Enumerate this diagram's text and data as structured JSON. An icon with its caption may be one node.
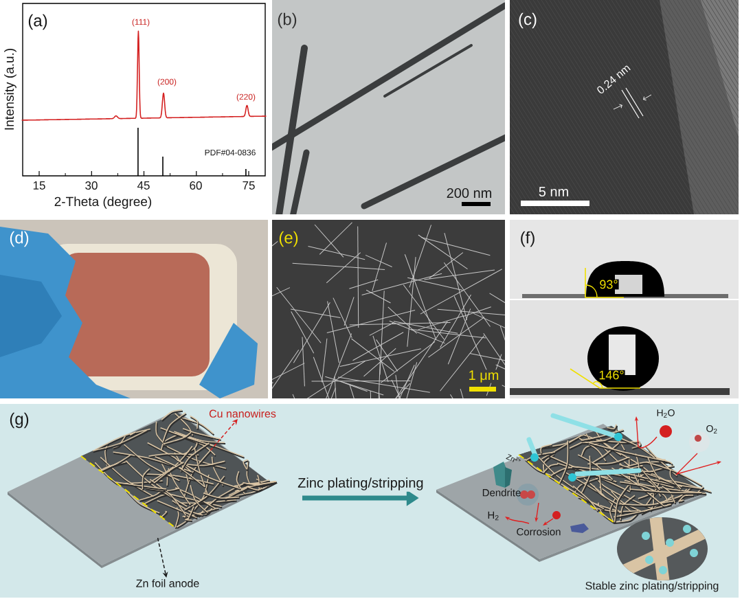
{
  "diagram": {
    "nodes": [
      {
        "text": [
          "Cu nanowires"
        ]
      },
      {
        "text": [],
        "shape": "picture",
        "in": 2
      },
      {
        "text": [],
        "shape": "picture"
      },
      {
        "text": [
          "Zn foil anode"
        ]
      },
      {
        "text": [
          "H$_{2}$O",
          "O$_{2}$",
          "Zn$^{2+}$",
          "Dendrite",
          "H$_{2}$",
          "Corrosion"
        ]
      },
      {
        "text": [],
        "shape": "picture",
        "beside": [
          "Stable zinc plating/stripping"
        ]
      }
    ],
    "edges": [
      {
        "from": 1,
        "to": 0,
        "arrow": "to",
        "style": "dashed",
        "color": "#d42020"
      },
      {
        "from": 2,
        "to": 3,
        "arrow": "to",
        "style": "dashed",
        "color": "#1a1a1a"
      },
      {
        "from": 1,
        "to": 4,
        "arrow": "to",
        "label": "Zinc plating/stripping",
        "style": "thick",
        "color": "#2e8a8c"
      }
    ],
    "labels": [
      "(a)",
      "(111)",
      "(200)",
      "(220)",
      "Intensity (a.u.)",
      "PDF#04-0836",
      "15",
      "30",
      "45",
      "60",
      "75",
      "2-Theta (degree)",
      "(b)",
      "200 nm",
      "(c)",
      "0.24 nm",
      "5 nm",
      "(d)",
      "(e)",
      "1 μm",
      "(f)",
      "93°",
      "146°",
      "(g)"
    ]
  }
}
